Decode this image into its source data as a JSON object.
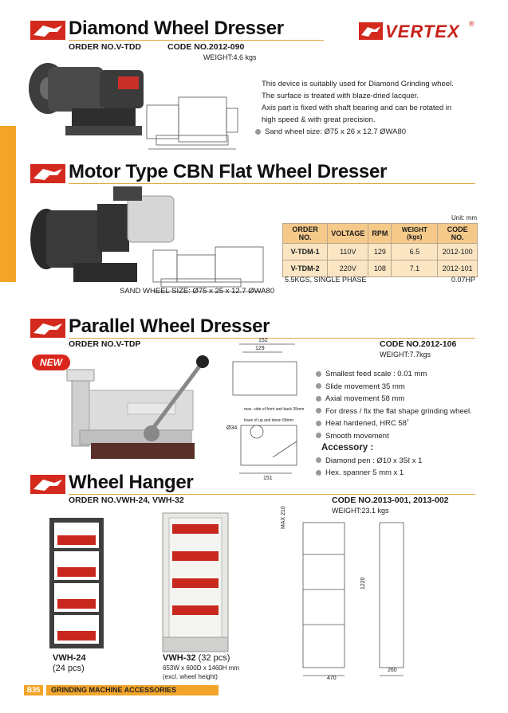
{
  "brand": {
    "logo_text": "VERTEX",
    "registered": "®"
  },
  "sections": {
    "diamond": {
      "title": "Diamond Wheel Dresser",
      "order": "ORDER NO.V-TDD",
      "code": "CODE NO.2012-090",
      "weight": "WEIGHT:4.6 kgs",
      "description": [
        "This device is suitablly used for Diamond Grinding wheel.",
        "The surface is treated with blaze-dried lacquer.",
        "Axis part is fixed with shaft bearing and can be rotated in",
        "high speed & with great precision."
      ],
      "sand_wheel": "Sand wheel size: Ø75 x 26 x 12.7   ØWA80"
    },
    "motor": {
      "title": "Motor Type CBN Flat Wheel Dresser",
      "unit": "Unit: mm",
      "table": {
        "headers": [
          "ORDER NO.",
          "VOLTAGE",
          "RPM",
          "WEIGHT (kgs)",
          "CODE NO."
        ],
        "rows": [
          [
            "V-TDM-1",
            "110V",
            "129",
            "6.5",
            "2012-100"
          ],
          [
            "V-TDM-2",
            "220V",
            "108",
            "7.1",
            "2012-101"
          ]
        ]
      },
      "note_left": "5.5KGS, SINGLE PHASE",
      "note_right": "0.07HP",
      "sand_wheel": "SAND WHEEL SIZE: Ø75 x 25 x 12.7  ØWA80"
    },
    "parallel": {
      "title": "Parallel Wheel Dresser",
      "badge": "NEW",
      "order": "ORDER NO.V-TDP",
      "code": "CODE NO.2012-106",
      "weight": "WEIGHT:7.7kgs",
      "features": [
        "Smallest feed scale : 0.01 mm",
        "Slide movement 35 mm",
        "Axial movement 58 mm",
        "For dress / fix the flat shape grinding wheel.",
        "Heat hardened, HRC 58˚",
        "Smooth movement"
      ],
      "accessory_title": "Accessory :",
      "accessories": [
        "Diamond pen : Ø10 x 35ℓ x 1",
        "Hex. spanner  5 mm x 1"
      ],
      "dims": [
        "152",
        "129",
        "151",
        "Ø34",
        "max. side of front and back 35mm",
        "trave of up and down 58mm"
      ]
    },
    "hanger": {
      "title": "Wheel Hanger",
      "order": "ORDER NO.VWH-24, VWH-32",
      "code": "CODE NO.2013-001, 2013-002",
      "weight": "WEIGHT:23.1 kgs",
      "item1_name": "VWH-24",
      "item1_pcs": "(24 pcs)",
      "item2_name": "VWH-32",
      "item2_pcs": "(32 pcs)",
      "item2_size": "653W x 600D x 1460H mm",
      "item2_note": "(excl. wheel height)",
      "dims": [
        "MAX 210",
        "1220",
        "470",
        "260"
      ]
    }
  },
  "footer": {
    "page": "B35",
    "label": "GRINDING MACHINE ACCESSORIES"
  }
}
